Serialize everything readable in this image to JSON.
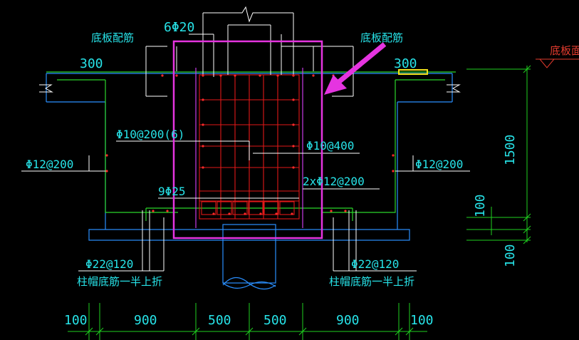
{
  "colors": {
    "background": "#000000",
    "structure": "#2a8fff",
    "rebar_green": "#2bd62b",
    "rebar_red": "#e01818",
    "text": "#27e3e8",
    "highlight_box": "#e534e0",
    "slab_face": "#e33b2e",
    "marker": "#f2e21a",
    "dim_line": "#1fd01f",
    "leader": "#ffffff"
  },
  "labels": {
    "top_bars": "6Φ20",
    "slab_rebar_left": "底板配筋",
    "slab_rebar_right": "底板配筋",
    "slab_face": "底板面",
    "anchor_left": "300",
    "anchor_right": "300",
    "stirrup": "Φ10@200(6)",
    "tie": "Φ10@400",
    "side_left": "Φ12@200",
    "side_right": "Φ12@200",
    "waist_bars": "2xΦ12@200",
    "bottom_bars": "9Φ25",
    "cap_bottom_left": "Φ22@120",
    "cap_bottom_right": "Φ22@120",
    "cap_note_left": "柱帽底筋一半上折",
    "cap_note_right": "柱帽底筋一半上折"
  },
  "dimensions": {
    "horizontal": [
      "100",
      "900",
      "500",
      "500",
      "900",
      "100"
    ],
    "vertical": [
      "1500",
      "100",
      "100"
    ]
  }
}
